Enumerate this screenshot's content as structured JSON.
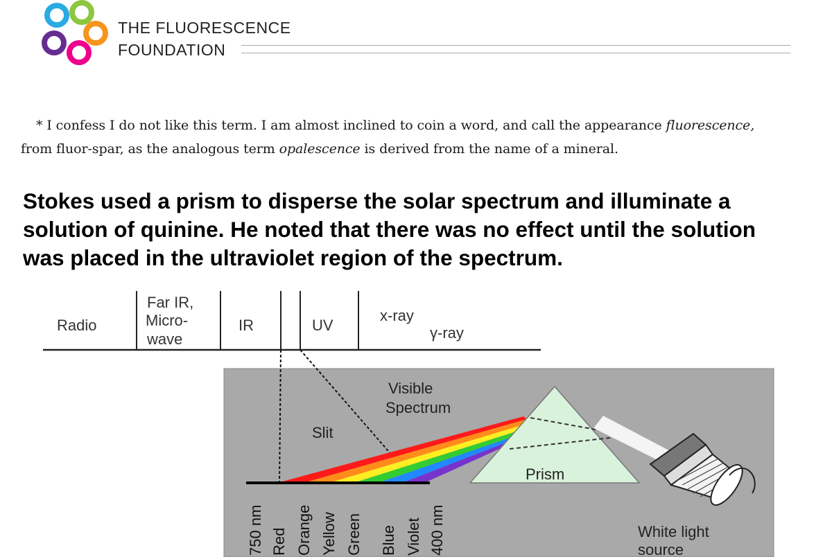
{
  "header": {
    "org_line1": "THE FLUORESCENCE",
    "org_line2": "FOUNDATION",
    "logo_colors": [
      "#29ABE2",
      "#8DC63F",
      "#F7941D",
      "#662D91",
      "#EC008C"
    ]
  },
  "quote": {
    "line1_pre": "* I confess I do not like this term.  I am almost inclined to coin a word, and call the appearance ",
    "line1_em": "fluorescence,",
    "line2_pre": "from fluor-spar, as the analogous term ",
    "line2_em": "opalescence",
    "line2_post": " is derived from the name of a mineral."
  },
  "main_text": {
    "line1": "Stokes used a prism to disperse the solar spectrum and illuminate a",
    "line2": "solution of quinine.  He noted that there was no effect until the solution",
    "line3": "was placed in the ultraviolet region of the spectrum."
  },
  "diagram": {
    "em_bands": {
      "radio": "Radio",
      "far_ir_1": "Far IR,",
      "far_ir_2": "Micro-",
      "far_ir_3": "wave",
      "ir": "IR",
      "uv": "UV",
      "xray": "x-ray",
      "gamma": "γ-ray"
    },
    "visible_1": "Visible",
    "visible_2": "Spectrum",
    "slit": "Slit",
    "prism": "Prism",
    "source_1": "White light",
    "source_2": "source",
    "wavelength_labels": [
      "750 nm",
      "Red",
      "Orange",
      "Yellow",
      "Green",
      "Blue",
      "Violet",
      "400 nm"
    ],
    "spectrum_colors": [
      "#ff1a1a",
      "#ff8c1a",
      "#ffee22",
      "#33cc33",
      "#2288ff",
      "#7733cc"
    ],
    "panel_color": "#a9a9a9",
    "prism_color": "#d9f2dc"
  }
}
